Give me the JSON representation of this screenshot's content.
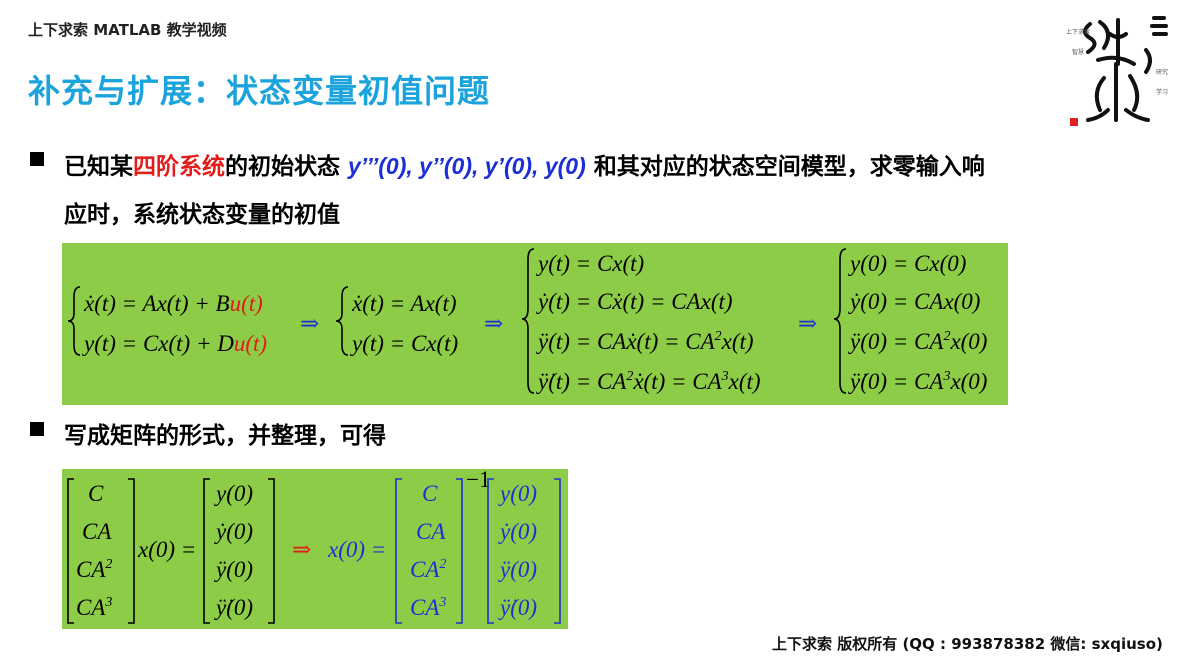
{
  "header": {
    "text": "上下求索 MATLAB 教学视频"
  },
  "title": "补充与扩展：状态变量初值问题",
  "bullet1": {
    "part1": "已知某",
    "highlight": "四阶系统",
    "part2": "的初始状态 ",
    "vars": "y’’’(0), y’’(0), y’(0), y(0)",
    "part3": " 和其对应的状态空间模型，求零输入响",
    "line2": "应时，系统状态变量的初值"
  },
  "bullet2": {
    "text": "写成矩阵的形式，并整理，可得"
  },
  "footer": {
    "text": "上下求索  版权所有  (QQ : 993878382   微信: sxqiuso)"
  },
  "colors": {
    "title": "#1aa3dc",
    "highlight": "#e21b1b",
    "vars": "#1c2fd6",
    "mathbox": "#8ccc46"
  },
  "seal": {
    "icon": "calligraphy-seal-icon"
  }
}
